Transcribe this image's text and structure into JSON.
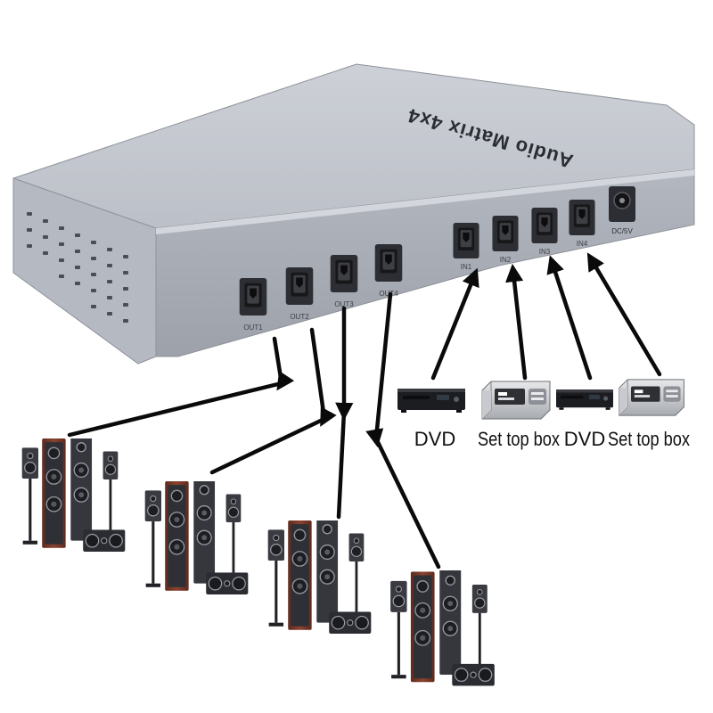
{
  "device": {
    "brand_text": "Audio Matrix  4x4",
    "outputs": [
      "OUT1",
      "OUT2",
      "OUT3",
      "OUT4"
    ],
    "inputs": [
      "IN1",
      "IN2",
      "IN3",
      "IN4"
    ],
    "power_label": "DC/5V"
  },
  "sources": [
    {
      "label": "DVD",
      "icon": "dvd-player-icon"
    },
    {
      "label": "Set top box",
      "icon": "set-top-box-icon"
    },
    {
      "label": "DVD",
      "icon": "dvd-player-icon"
    },
    {
      "label": "Set top box",
      "icon": "set-top-box-icon"
    }
  ],
  "speaker_sets": [
    {
      "icon": "speaker-set-icon"
    },
    {
      "icon": "speaker-set-icon"
    },
    {
      "icon": "speaker-set-icon"
    },
    {
      "icon": "speaker-set-icon"
    }
  ],
  "colors": {
    "chassis": "#a7abb5",
    "chassis_light": "#c3c7cf",
    "port": "#2c2e33",
    "arrow": "#0a0a0a",
    "wood": "#7a3a2a",
    "speaker_black": "#2d2e33"
  }
}
